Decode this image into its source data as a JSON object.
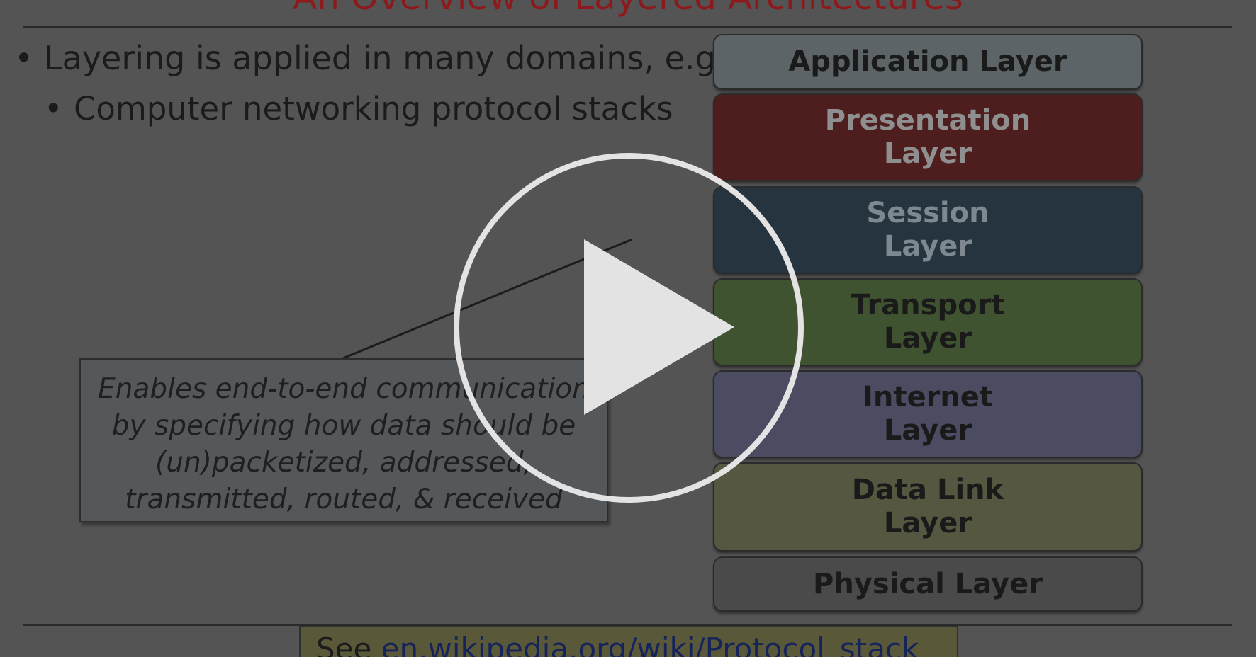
{
  "slide": {
    "title": "An Overview of Layered Architectures",
    "bullets": [
      "Layering is applied in many domains, e.g.",
      "Computer networking protocol stacks"
    ],
    "callout_text": "Enables end-to-end communication\nby specifying how data should be\n(un)packetized, addressed,\ntransmitted, routed, & received",
    "layers": [
      {
        "label": "Application Layer",
        "bg": "#5c6467",
        "fg": "#1a1a1a"
      },
      {
        "label": "Presentation\nLayer",
        "bg": "#4e1d1d",
        "fg": "#8f8f8f"
      },
      {
        "label": "Session\nLayer",
        "bg": "#26343f",
        "fg": "#7d8890"
      },
      {
        "label": "Transport\nLayer",
        "bg": "#3f5331",
        "fg": "#1a1a1a"
      },
      {
        "label": "Internet\nLayer",
        "bg": "#4b4b62",
        "fg": "#1a1a1a"
      },
      {
        "label": "Data Link\nLayer",
        "bg": "#555741",
        "fg": "#1a1a1a"
      },
      {
        "label": "Physical Layer",
        "bg": "#4a4a4a",
        "fg": "#1a1a1a"
      }
    ],
    "footer": {
      "prefix": "See ",
      "link": "en.wikipedia.org/wiki/Protocol_stack"
    }
  },
  "player": {
    "play_icon": "play-icon",
    "overlay_color": "#e3e3e3"
  }
}
